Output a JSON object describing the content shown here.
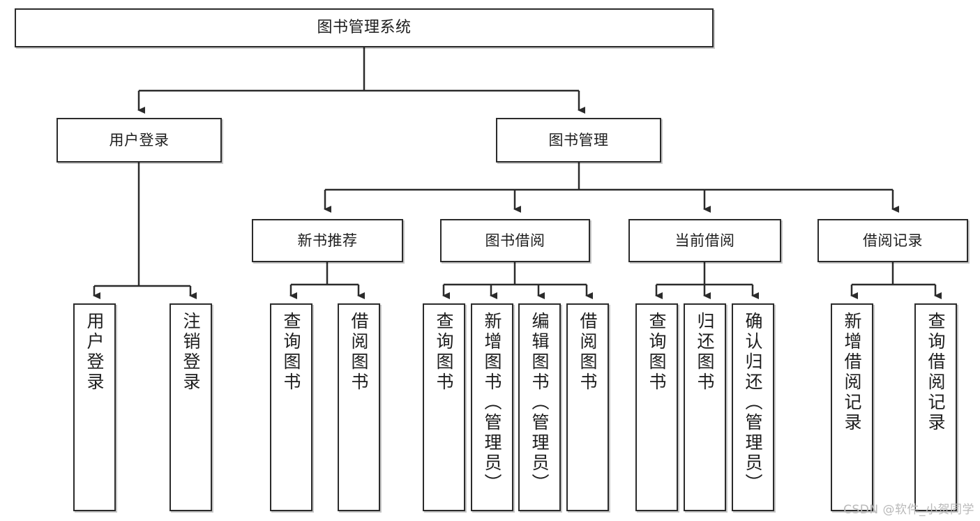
{
  "diagram": {
    "title": "图书管理系统",
    "watermark": "CSDN @软件_小贺同学",
    "accent_color": "#2b2b2b",
    "background_color": "#ffffff",
    "watermark_color": "#b9b9b9"
  },
  "nodes": {
    "root": {
      "label": "图书管理系统"
    },
    "level1": [
      {
        "label": "用户登录"
      },
      {
        "label": "图书管理"
      }
    ],
    "level2": [
      {
        "label": "新书推荐"
      },
      {
        "label": "图书借阅"
      },
      {
        "label": "当前借阅"
      },
      {
        "label": "借阅记录"
      }
    ],
    "leaves": {
      "user_login": [
        {
          "label": "用户登录"
        },
        {
          "label": "注销登录"
        }
      ],
      "new_book": [
        {
          "label": "查询图书"
        },
        {
          "label": "借阅图书"
        }
      ],
      "borrow": [
        {
          "label": "查询图书"
        },
        {
          "label": "新增图书（管理员）"
        },
        {
          "label": "编辑图书（管理员）"
        },
        {
          "label": "借阅图书"
        }
      ],
      "current": [
        {
          "label": "查询图书"
        },
        {
          "label": "归还图书"
        },
        {
          "label": "确认归还（管理员）"
        }
      ],
      "records": [
        {
          "label": "新增借阅记录"
        },
        {
          "label": "查询借阅记录"
        }
      ]
    }
  }
}
